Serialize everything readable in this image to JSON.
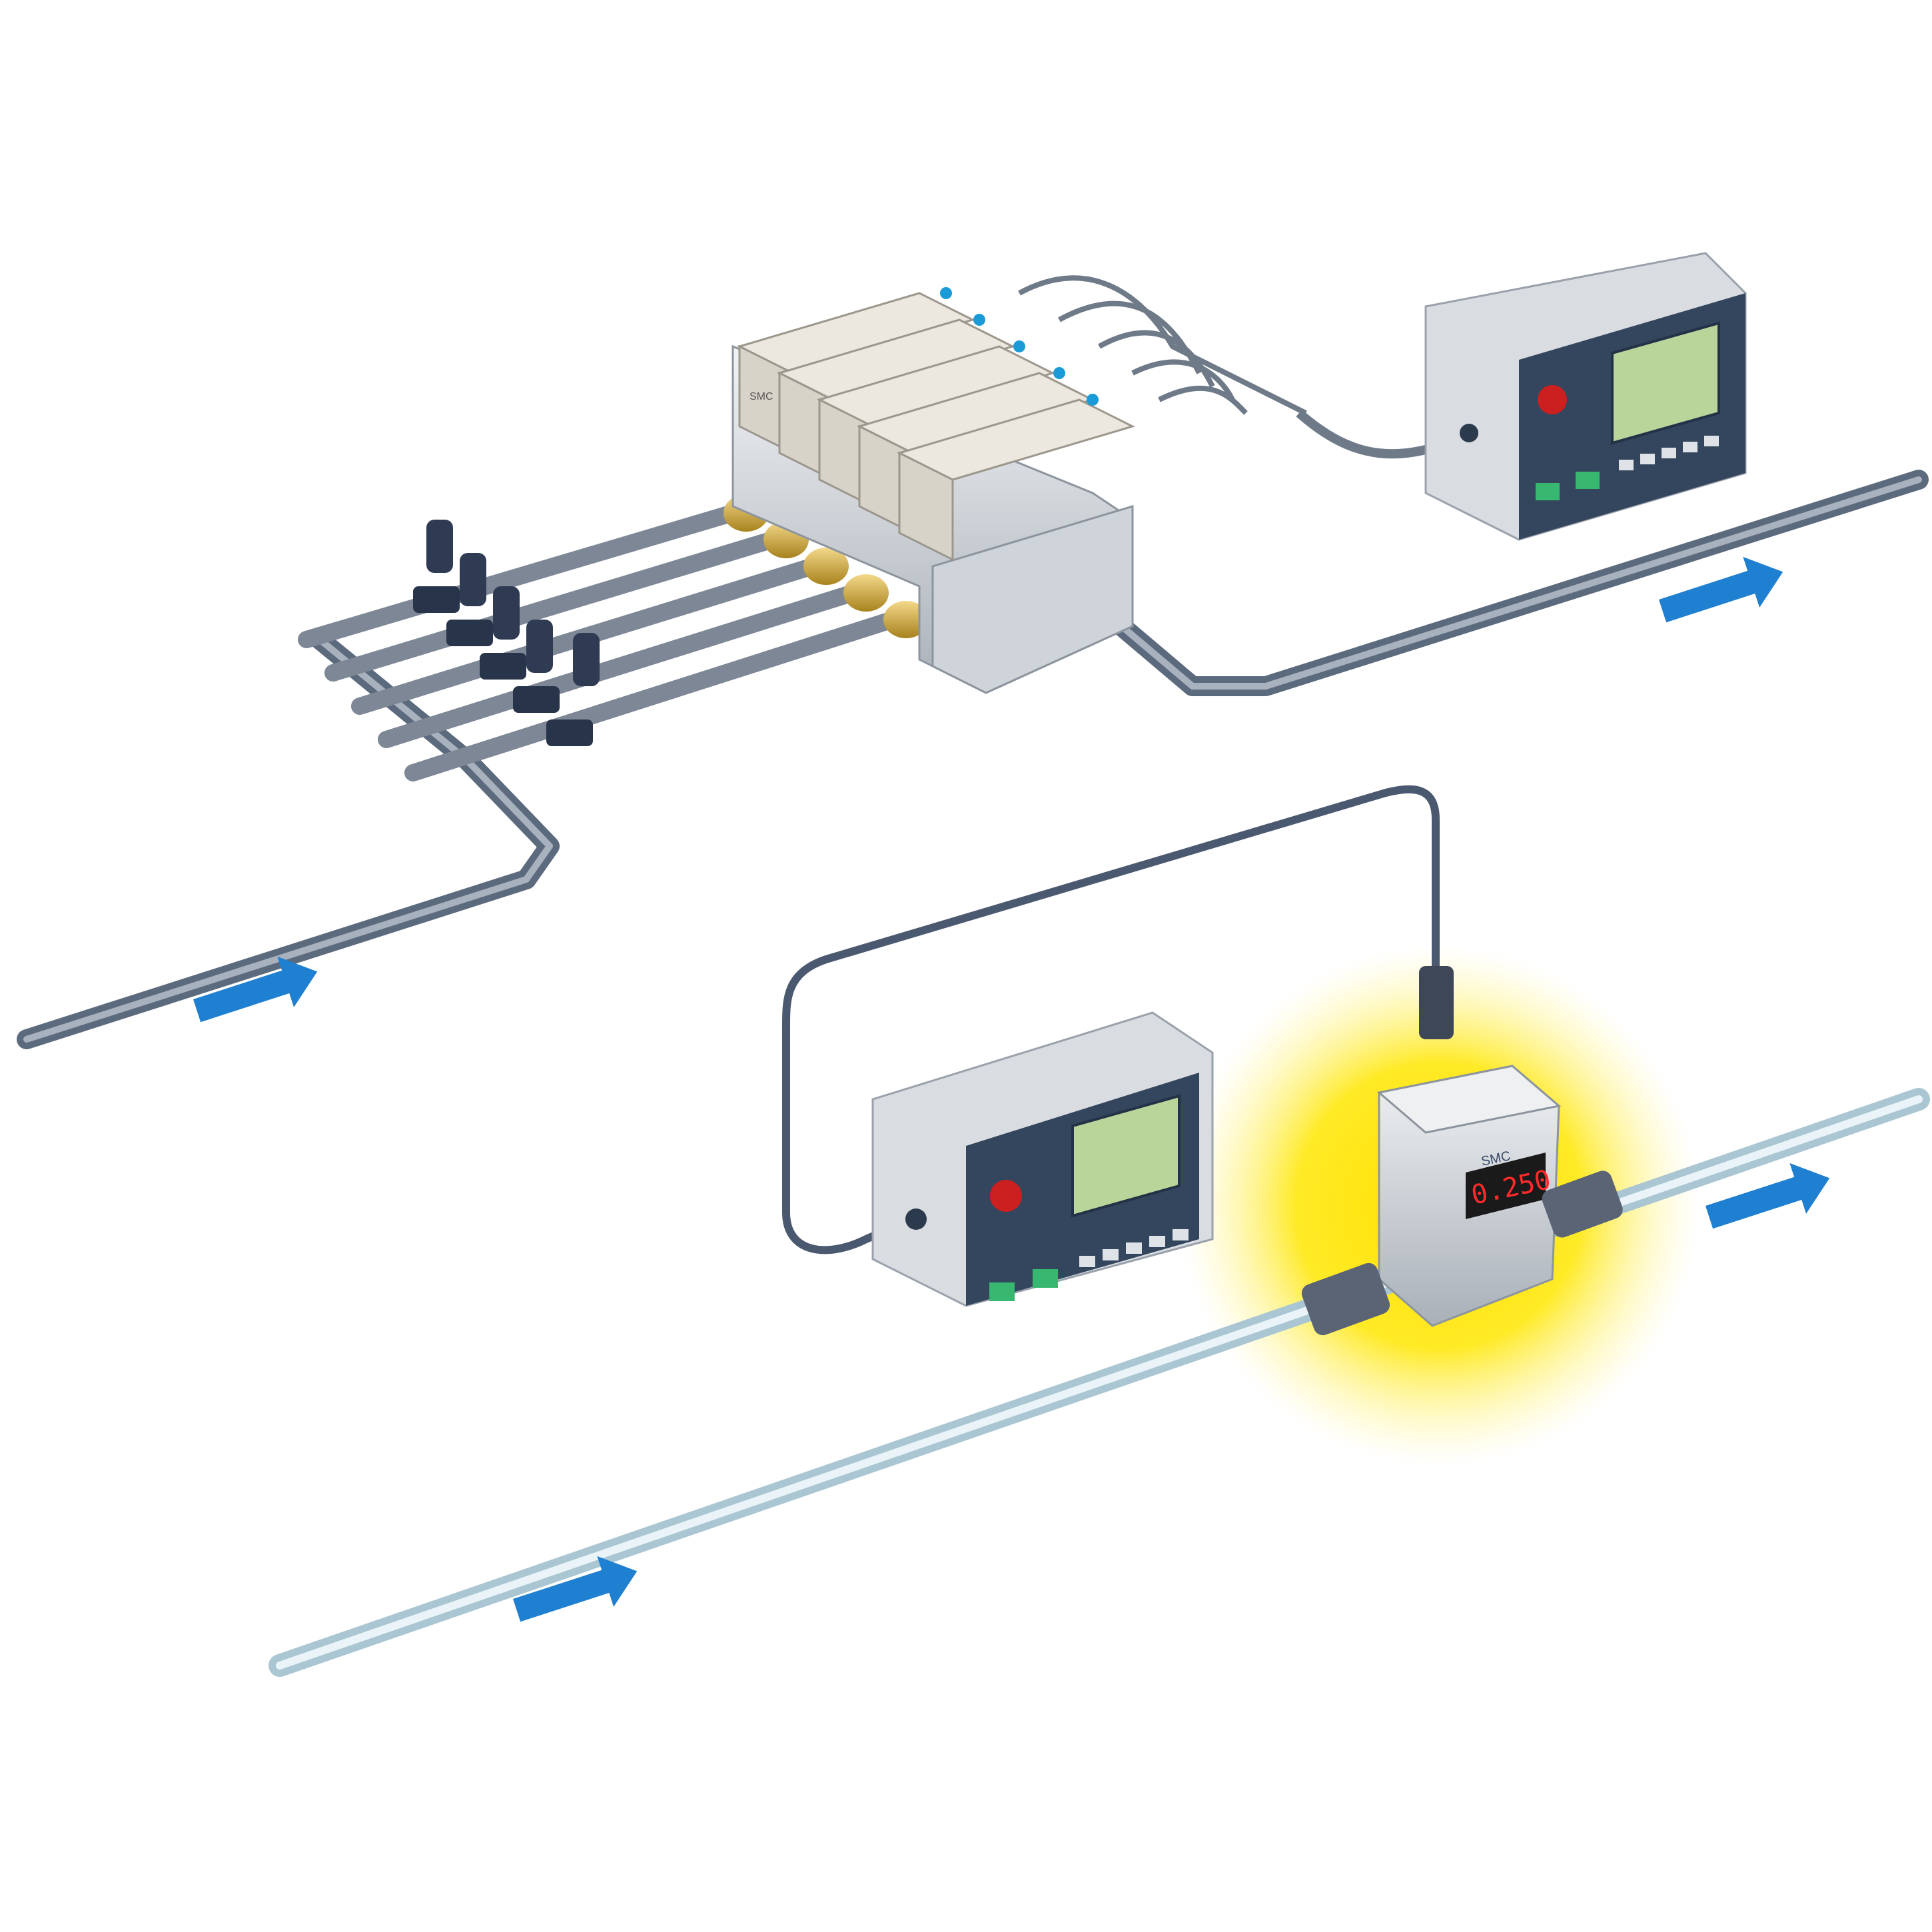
{
  "colors": {
    "flow_arrow": "#1f7fd0",
    "pipe_dark": "#5c6a7d",
    "pipe_light": "#cfe2ea",
    "controller_panel": "#34465d",
    "controller_body": "#d9dde2",
    "lcd_green": "#b9d59a",
    "led_red": "#cc1f1f",
    "button_green": "#37b76f",
    "highlight_glow": "#ffe000",
    "display_digits": "#ff2a2a"
  },
  "flow_arrows": [
    {
      "id": "upper-left",
      "direction": "right"
    },
    {
      "id": "upper-right",
      "direction": "right"
    },
    {
      "id": "lower-left",
      "direction": "right"
    },
    {
      "id": "lower-right",
      "direction": "right"
    }
  ],
  "sensor": {
    "brand": "SMC",
    "display_value": "0.250"
  },
  "valve_manifold": {
    "stations": 5,
    "valve_label": "SMC"
  }
}
